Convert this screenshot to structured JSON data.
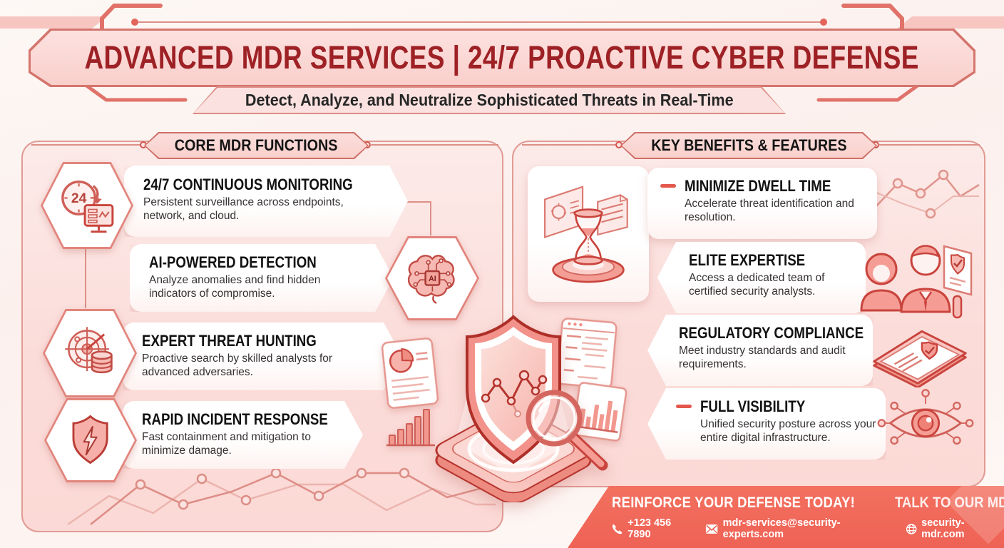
{
  "header": {
    "title": "ADVANCED MDR SERVICES | 24/7 PROACTIVE CYBER DEFENSE",
    "subtitle": "Detect, Analyze, and Neutralize Sophisticated Threats in Real-Time"
  },
  "core_functions": {
    "section_title": "CORE MDR FUNCTIONS",
    "items": [
      {
        "title": "24/7 CONTINUOUS MONITORING",
        "description": "Persistent surveillance across endpoints, network, and cloud.",
        "icon": "clock-monitor-icon",
        "icon_label": "24"
      },
      {
        "title": "AI-POWERED DETECTION",
        "description": "Analyze anomalies and find hidden indicators of compromise.",
        "icon": "ai-brain-icon",
        "icon_label": "AI"
      },
      {
        "title": "EXPERT THREAT HUNTING",
        "description": "Proactive search by skilled analysts for advanced adversaries.",
        "icon": "radar-database-icon"
      },
      {
        "title": "RAPID INCIDENT RESPONSE",
        "description": "Fast containment and mitigation to minimize damage.",
        "icon": "shield-lightning-icon"
      }
    ]
  },
  "key_benefits": {
    "section_title": "KEY BENEFITS & FEATURES",
    "items": [
      {
        "title": "MINIMIZE DWELL TIME",
        "description": "Accelerate threat identification and resolution.",
        "icon": "hourglass-documents-icon"
      },
      {
        "title": "ELITE EXPERTISE",
        "description": "Access a dedicated team of certified security analysts.",
        "icon": "analyst-team-icon"
      },
      {
        "title": "REGULATORY COMPLIANCE",
        "description": "Meet industry standards and audit requirements.",
        "icon": "compliance-tablet-icon"
      },
      {
        "title": "FULL VISIBILITY",
        "description": "Unified security posture across your entire digital infrastructure.",
        "icon": "visibility-eye-icon"
      }
    ]
  },
  "center_illustration": {
    "icon": "shield-magnifier-platform-icon"
  },
  "footer": {
    "cta_primary": "REINFORCE YOUR DEFENSE TODAY!",
    "cta_secondary": "TALK TO OUR MDR EXPERTS!",
    "phone": "+123 456 7890",
    "phone_icon": "phone-icon",
    "email": "mdr-services@security-experts.com",
    "email_icon": "envelope-icon",
    "website": "security-mdr.com",
    "website_icon": "globe-icon"
  },
  "colors": {
    "accent_red": "#ee6255",
    "title_red": "#9d2125",
    "panel_pink": "#fbdcd9",
    "outline_salmon": "#cf5f58",
    "card_white": "#ffffff",
    "text_dark": "#141414"
  }
}
